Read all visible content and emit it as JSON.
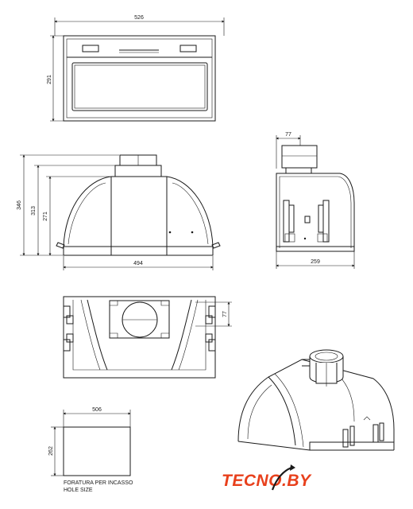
{
  "dimensions": {
    "front_width": "526",
    "front_height": "291",
    "side_h1": "346",
    "side_h2": "313",
    "side_h3": "271",
    "side_width": "494",
    "profile_top": "77",
    "profile_width": "259",
    "plan_depth": "77",
    "hole_width": "506",
    "hole_height": "262"
  },
  "hole_note": {
    "line1": "FORATURA PER INCASSO",
    "line2": "HOLE SIZE"
  },
  "logo": {
    "text": "TECNO.BY",
    "color_primary": "#e8401c",
    "color_dark": "#1a1a1a"
  }
}
